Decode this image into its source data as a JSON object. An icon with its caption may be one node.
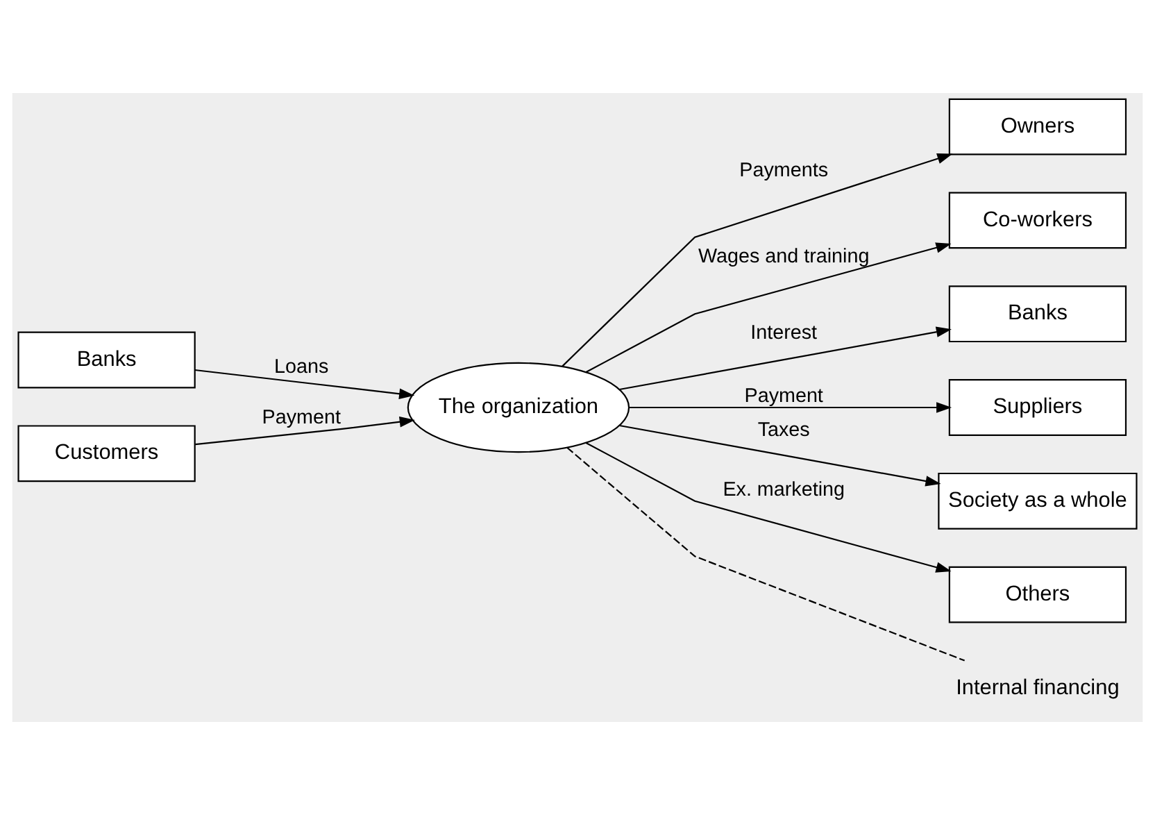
{
  "diagram": {
    "nodes": [
      {
        "text": [
          "Banks"
        ]
      },
      {
        "text": [
          "Customers"
        ]
      },
      {
        "text": [
          "The organization"
        ]
      },
      {
        "text": [
          "Owners"
        ]
      },
      {
        "text": [
          "Co-workers"
        ]
      },
      {
        "text": [
          "Banks"
        ]
      },
      {
        "text": [
          "Suppliers"
        ]
      },
      {
        "text": [
          "Society as a whole"
        ]
      },
      {
        "text": [
          "Others"
        ]
      },
      {
        "text": [
          "Internal financing"
        ]
      }
    ],
    "edges": [
      {
        "from": 0,
        "to": 2,
        "arrow": "to",
        "label": "Loans"
      },
      {
        "from": 1,
        "to": 2,
        "arrow": "to",
        "label": "Payment"
      },
      {
        "from": 2,
        "to": 3,
        "arrow": "to",
        "label": "Payments"
      },
      {
        "from": 2,
        "to": 4,
        "arrow": "to",
        "label": "Wages and training"
      },
      {
        "from": 2,
        "to": 5,
        "arrow": "to",
        "label": "Interest"
      },
      {
        "from": 2,
        "to": 6,
        "arrow": "to",
        "label": "Payment"
      },
      {
        "from": 2,
        "to": 7,
        "arrow": "to",
        "label": "Taxes"
      },
      {
        "from": 2,
        "to": 8,
        "arrow": "to",
        "label": "Ex. marketing"
      },
      {
        "from": 2,
        "to": 9,
        "arrow": "none",
        "style": "dashed"
      }
    ]
  }
}
